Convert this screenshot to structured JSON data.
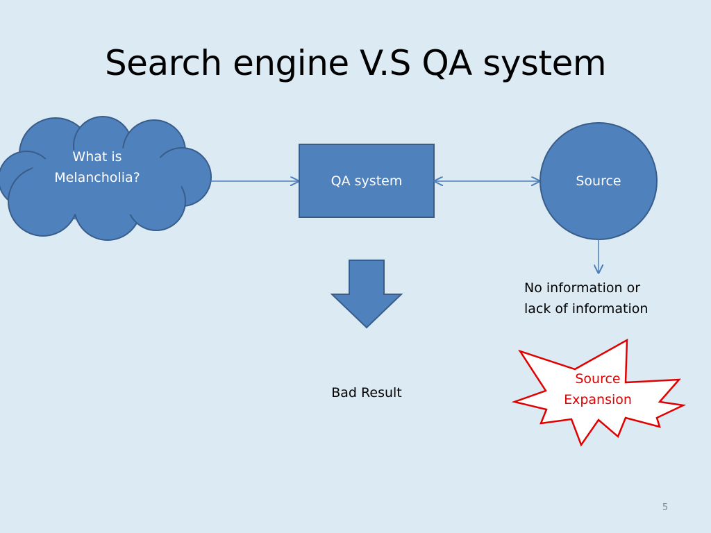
{
  "slide": {
    "title": "Search engine V.S QA system",
    "page_number": "5"
  },
  "diagram": {
    "question_cloud": {
      "line1": "What is",
      "line2": "Melancholia?"
    },
    "qa_box": {
      "label": "QA system"
    },
    "source_circle": {
      "label": "Source"
    },
    "no_info_note": {
      "line1": "No information or",
      "line2": "lack of information"
    },
    "bad_result": {
      "label": "Bad Result"
    },
    "expansion_burst": {
      "line1": "Source",
      "line2": "Expansion"
    }
  },
  "colors": {
    "background": "#dbeaf3",
    "shape_fill": "#4f81bd",
    "shape_border": "#385d8a",
    "connector": "#4a7ebb",
    "burst_border": "#e00000"
  }
}
